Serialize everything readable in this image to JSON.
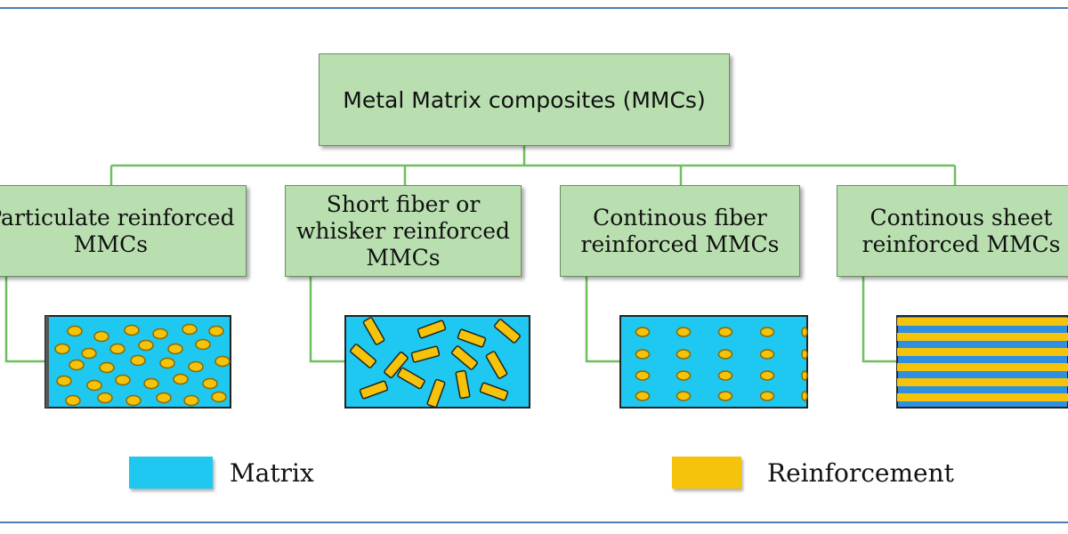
{
  "diagram": {
    "root": {
      "label": "Metal Matrix composites (MMCs)"
    },
    "categories": [
      {
        "label": "Particulate reinforced\nMMCs",
        "structure": "particles"
      },
      {
        "label": "Short fiber or\nwhisker reinforced\nMMCs",
        "structure": "short-fibers"
      },
      {
        "label": "Continous fiber\nreinforced MMCs",
        "structure": "continuous-fibers"
      },
      {
        "label": "Continous sheet\nreinforced MMCs",
        "structure": "sheets"
      }
    ]
  },
  "legend": {
    "matrix": {
      "label": "Matrix",
      "color": "#1ec8f0"
    },
    "reinforcement": {
      "label": "Reinforcement",
      "color": "#f5c30a"
    }
  },
  "colors": {
    "box_fill": "#b9dfb0",
    "connector": "#6fbf5f",
    "frame": "#4a7fb5",
    "sheet_matrix": "#2f8fe0"
  }
}
